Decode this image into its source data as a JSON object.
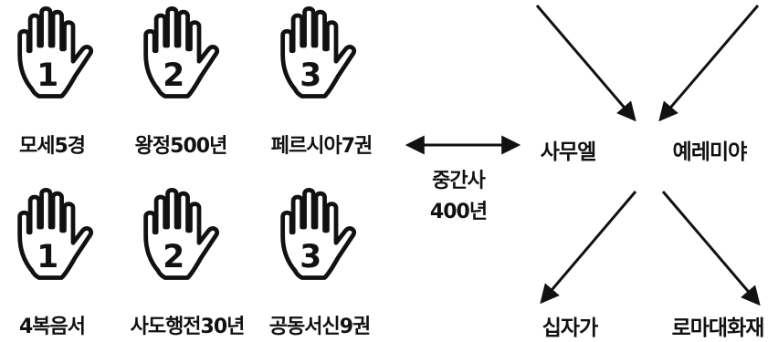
{
  "colors": {
    "ink": "#111111",
    "background": "#ffffff"
  },
  "icon_name": "raised-hand-icon",
  "top_row": [
    {
      "number": "1",
      "label": "모세5경"
    },
    {
      "number": "2",
      "label": "왕정500년"
    },
    {
      "number": "3",
      "label": "페르시아7권"
    }
  ],
  "bottom_row": [
    {
      "number": "1",
      "label": "4복음서"
    },
    {
      "number": "2",
      "label": "사도행전30년"
    },
    {
      "number": "3",
      "label": "공동서신9권"
    }
  ],
  "middle": {
    "line1": "중간사",
    "line2": "400년"
  },
  "right": {
    "top_left": "사무엘",
    "top_right": "예레미야",
    "bottom_left": "십자가",
    "bottom_right": "로마대화재"
  }
}
